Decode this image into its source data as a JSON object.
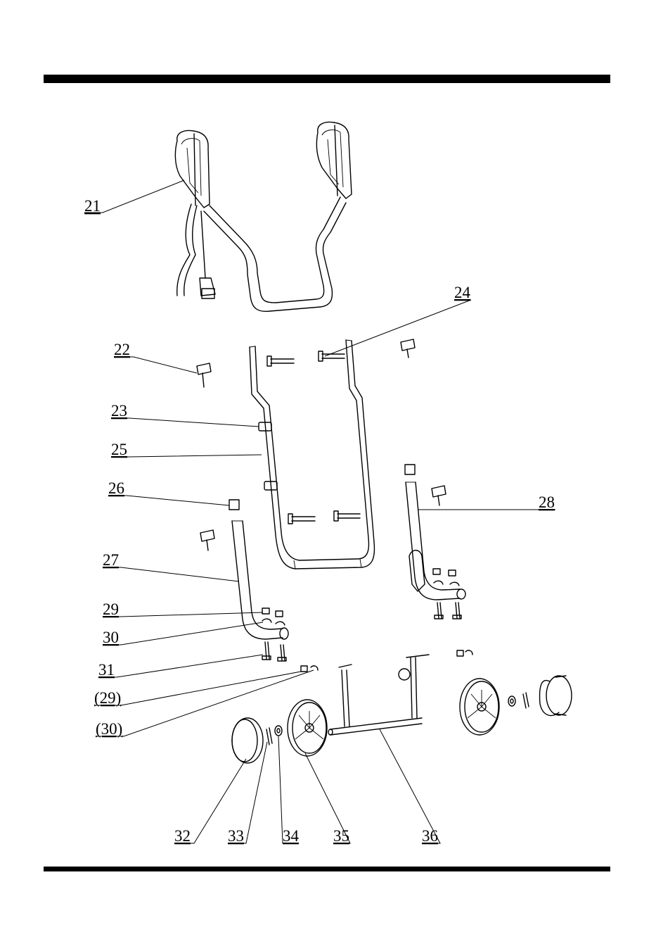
{
  "diagram": {
    "callouts": [
      {
        "id": "21",
        "text": "21"
      },
      {
        "id": "22",
        "text": "22"
      },
      {
        "id": "23",
        "text": "23"
      },
      {
        "id": "24",
        "text": "24"
      },
      {
        "id": "25",
        "text": "25"
      },
      {
        "id": "26",
        "text": "26"
      },
      {
        "id": "27",
        "text": "27"
      },
      {
        "id": "28",
        "text": "28"
      },
      {
        "id": "29",
        "text": "29"
      },
      {
        "id": "30",
        "text": "30"
      },
      {
        "id": "31",
        "text": "31"
      },
      {
        "id": "29b",
        "text": "(29)"
      },
      {
        "id": "30b",
        "text": "(30)"
      },
      {
        "id": "32",
        "text": "32"
      },
      {
        "id": "33",
        "text": "33"
      },
      {
        "id": "34",
        "text": "34"
      },
      {
        "id": "35",
        "text": "35"
      },
      {
        "id": "36",
        "text": "36"
      }
    ]
  }
}
